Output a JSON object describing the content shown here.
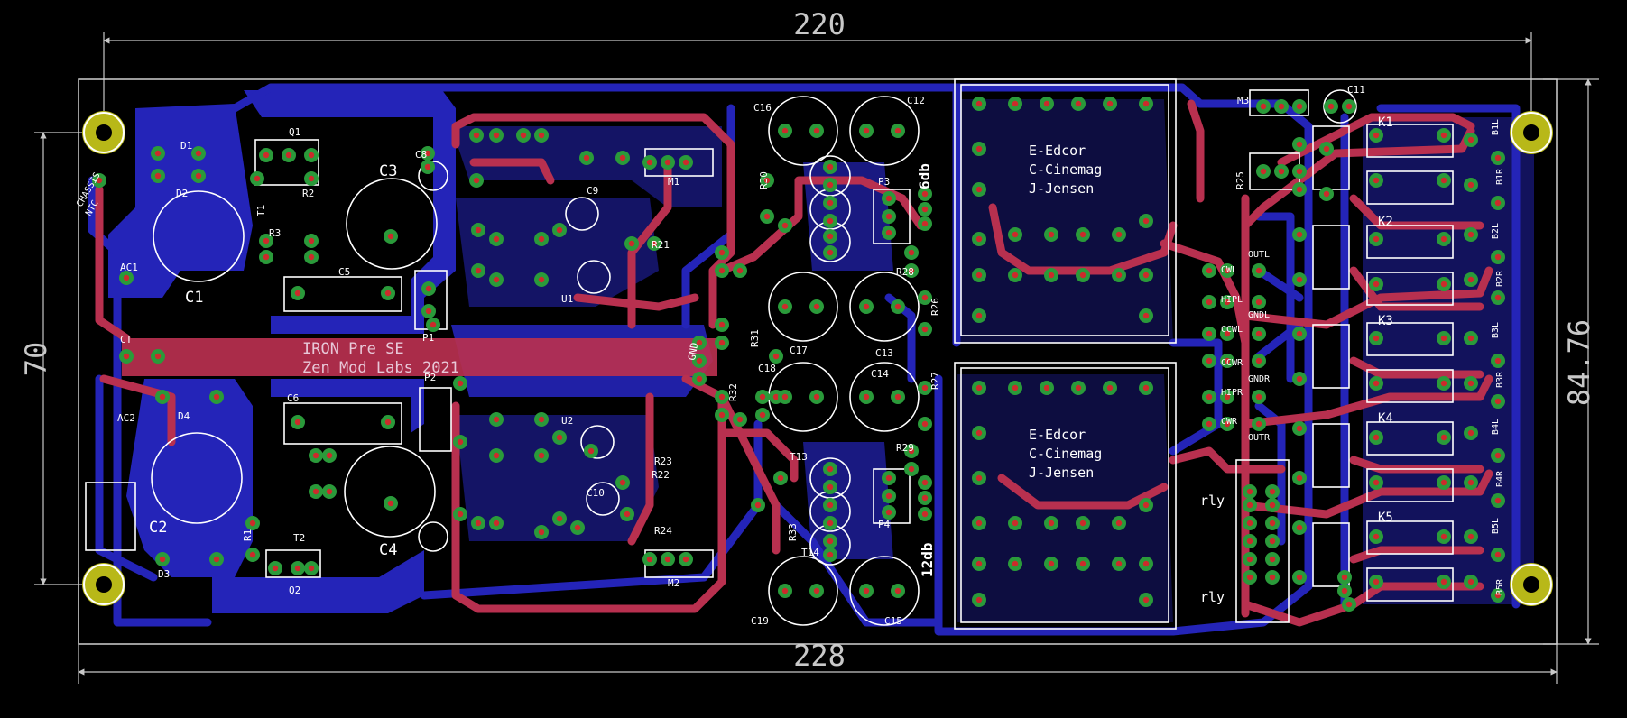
{
  "dimensions": {
    "top": "220",
    "bottom": "228",
    "left": "70",
    "right": "84.76"
  },
  "board": {
    "title_line1": "IRON Pre SE",
    "title_line2": "Zen Mod Labs 2021",
    "transformer_block": [
      "E-Edcor",
      "C-Cinemag",
      "J-Jensen"
    ],
    "gain_labels": [
      "6db",
      "12db"
    ]
  },
  "colors": {
    "background": "#000000",
    "bottom_copper": "#2424b8",
    "top_copper": "#b8304f",
    "pad": "#2a9a3a",
    "mount_hole": "#b8b818",
    "silkscreen": "#ffffff"
  },
  "components": {
    "caps": [
      "C1",
      "C2",
      "C3",
      "C4",
      "C5",
      "C6",
      "C8",
      "C9",
      "C10",
      "C11",
      "C12",
      "C13",
      "C14",
      "C15",
      "C16",
      "C17",
      "C18",
      "C19"
    ],
    "relays": [
      "K1",
      "K2",
      "K3",
      "K4",
      "K5"
    ],
    "connectors": [
      "M1",
      "M2",
      "M3",
      "P1",
      "P2",
      "P3",
      "P4",
      "CT",
      "AC1",
      "AC2",
      "NTC",
      "CHASSIS",
      "GND",
      "rly"
    ],
    "misc_labels": [
      "R1",
      "R2",
      "R3",
      "R21",
      "R22",
      "R23",
      "R24",
      "R25",
      "R26",
      "R27",
      "R28",
      "R29",
      "R30",
      "R31",
      "R32",
      "R33",
      "D1",
      "D2",
      "D3",
      "D4",
      "T1",
      "T2",
      "T13",
      "T14",
      "U1",
      "U2",
      "Q1",
      "Q2"
    ],
    "io_labels": [
      "CWL",
      "HIPL",
      "CCWL",
      "CCWR",
      "HIPR",
      "CWR",
      "OUTL",
      "GNDL",
      "GNDR",
      "OUTR"
    ],
    "output_labels": [
      "B1L",
      "B1R",
      "B2L",
      "B2R",
      "B3L",
      "B3R",
      "B4L",
      "B4R",
      "B5L",
      "B5R"
    ]
  }
}
